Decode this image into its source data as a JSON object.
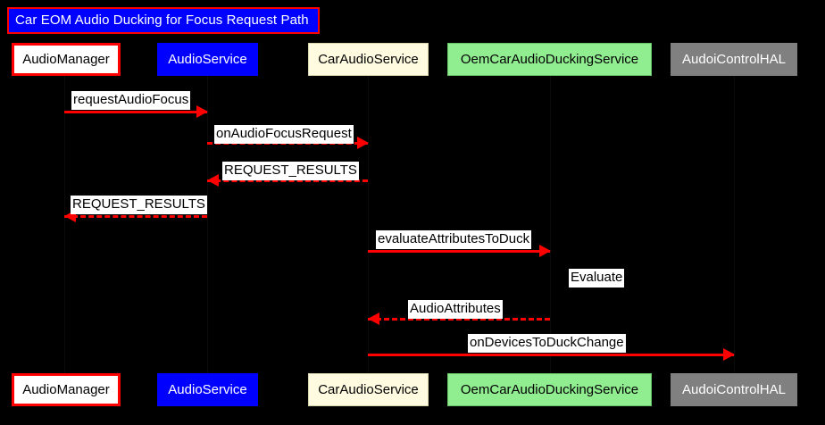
{
  "diagram": {
    "kind": "uml-sequence-diagram",
    "title": "Car EOM Audio Ducking for Focus Request Path",
    "background_color": "#000000",
    "accent_color": "#ff0000",
    "participants": [
      {
        "id": "audiomanager",
        "label": "AudioManager",
        "fill": "#ffffff",
        "text_color": "#000000",
        "border_color": "#ff0000"
      },
      {
        "id": "audioservice",
        "label": "AudioService",
        "fill": "#0000ff",
        "text_color": "#ffffff",
        "border_color": "#0000ff"
      },
      {
        "id": "caraudioservice",
        "label": "CarAudioService",
        "fill": "#fffbe0",
        "text_color": "#000000",
        "border_color": "#d8d4ab"
      },
      {
        "id": "oemduckingservice",
        "label": "OemCarAudioDuckingService",
        "fill": "#90ee90",
        "text_color": "#000000",
        "border_color": "#66c466"
      },
      {
        "id": "audiocontrolhal",
        "label": "AudoiControlHAL",
        "fill": "#808080",
        "text_color": "#ffffff",
        "border_color": "#808080"
      }
    ],
    "messages": [
      {
        "seq": 1,
        "label": "requestAudioFocus",
        "from": "audiomanager",
        "to": "audioservice",
        "style": "solid",
        "direction": "right"
      },
      {
        "seq": 2,
        "label": "onAudioFocusRequest",
        "from": "audioservice",
        "to": "caraudioservice",
        "style": "dashed",
        "direction": "right"
      },
      {
        "seq": 3,
        "label": "REQUEST_RESULTS",
        "from": "caraudioservice",
        "to": "audioservice",
        "style": "dashed",
        "direction": "left"
      },
      {
        "seq": 4,
        "label": "REQUEST_RESULTS",
        "from": "audioservice",
        "to": "audiomanager",
        "style": "dashed",
        "direction": "left"
      },
      {
        "seq": 5,
        "label": "evaluateAttributesToDuck",
        "from": "caraudioservice",
        "to": "oemduckingservice",
        "style": "solid",
        "direction": "right"
      },
      {
        "seq": 6,
        "label": "AudioAttributes",
        "from": "oemduckingservice",
        "to": "caraudioservice",
        "style": "dashed",
        "direction": "left"
      },
      {
        "seq": 7,
        "label": "onDevicesToDuckChange",
        "from": "caraudioservice",
        "to": "audiocontrolhal",
        "style": "solid",
        "direction": "right"
      }
    ],
    "notes": [
      {
        "id": "evaluate-note",
        "label": "Evaluate",
        "on": "oemduckingservice"
      }
    ]
  }
}
